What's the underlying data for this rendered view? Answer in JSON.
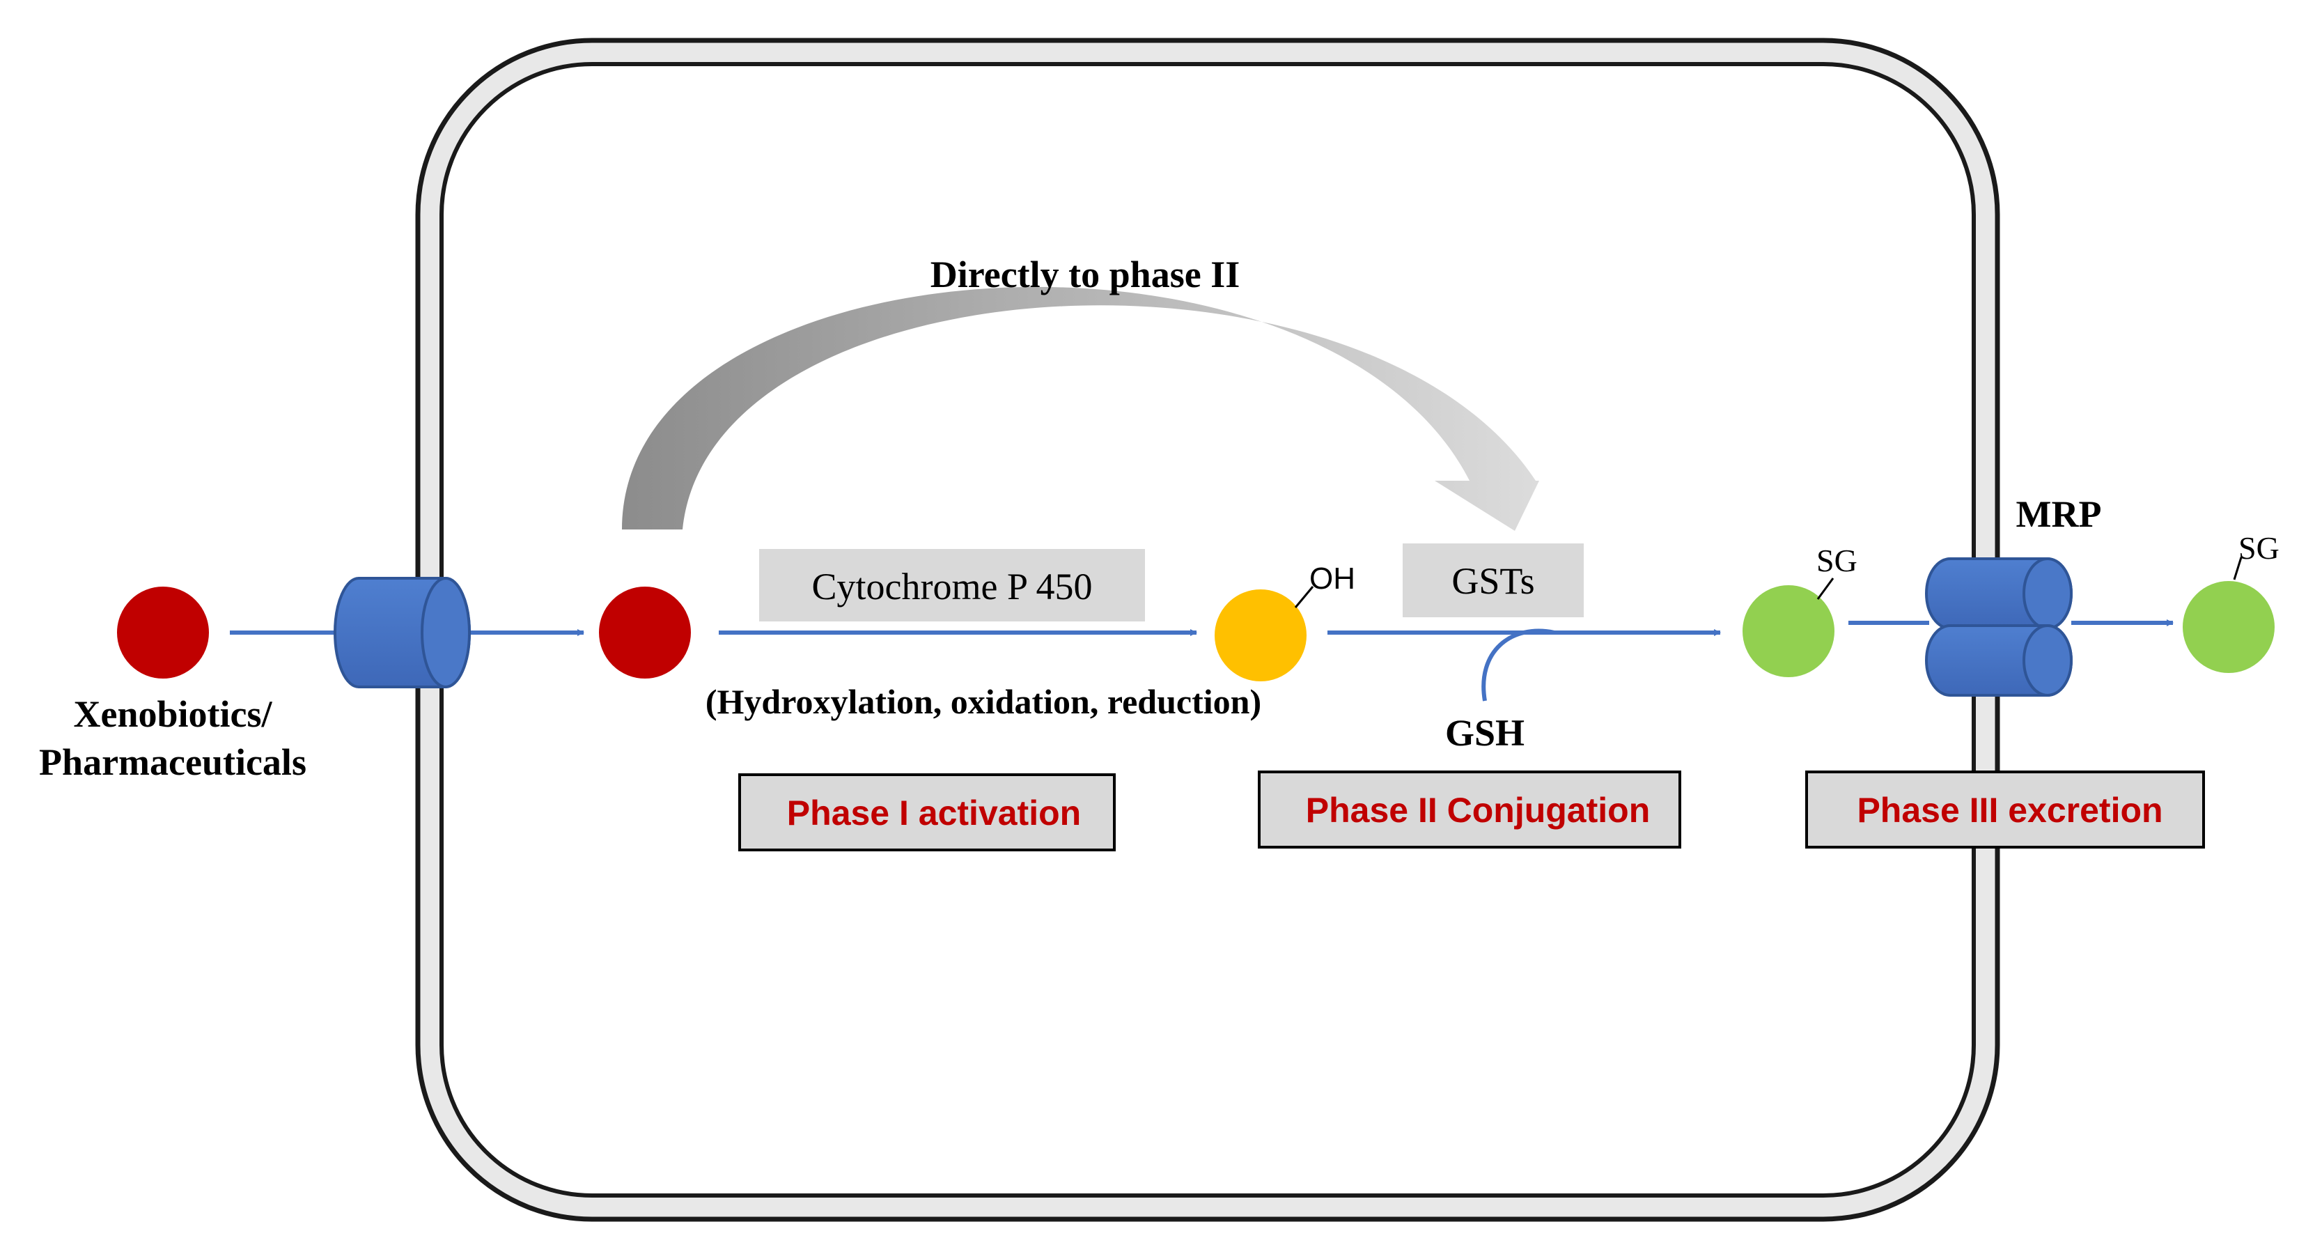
{
  "labels": {
    "xenobiotics_line1": "Xenobiotics/",
    "xenobiotics_line2": "Pharmaceuticals",
    "directly_to_phase2": "Directly to phase II",
    "cytochrome": "Cytochrome P 450",
    "reactions": "(Hydroxylation, oxidation, reduction)",
    "oh": "OH",
    "gsts": "GSTs",
    "gsh": "GSH",
    "sg_inside": "SG",
    "sg_outside": "SG",
    "mrp": "MRP"
  },
  "phases": {
    "phase1": "Phase I activation",
    "phase2": "Phase II Conjugation",
    "phase3": "Phase III excretion"
  },
  "colors": {
    "xenobiotic": "#c00000",
    "hydroxylated": "#ffc000",
    "conjugate": "#92d050",
    "transporter": "#4472c4",
    "arrow": "#4472c4",
    "phase_text": "#c00000",
    "box_fill": "#d9d9d9",
    "membrane": "#e6e6e6"
  }
}
